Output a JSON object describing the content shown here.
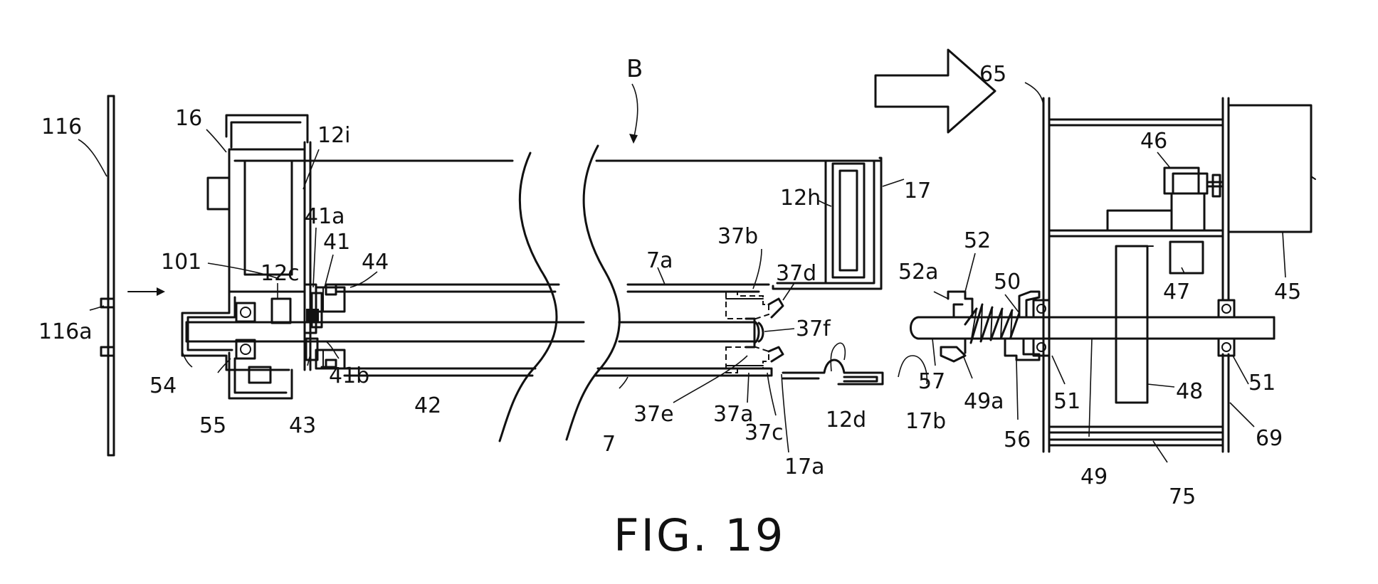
{
  "figure": {
    "caption": "FIG. 19",
    "view_marker": "B"
  },
  "labels": {
    "l116": "116",
    "l116a": "116a",
    "l16": "16",
    "l12i": "12i",
    "l12c": "12c",
    "l101": "101",
    "l41a": "41a",
    "l41": "41",
    "l44": "44",
    "l41b": "41b",
    "l42": "42",
    "l43": "43",
    "l54": "54",
    "l55": "55",
    "l7a": "7a",
    "l7": "7",
    "l37b": "37b",
    "l37d": "37d",
    "l37f": "37f",
    "l37e": "37e",
    "l37a": "37a",
    "l37c": "37c",
    "l12h": "12h",
    "l17": "17",
    "l12d": "12d",
    "l17a": "17a",
    "l17b": "17b",
    "l52": "52",
    "l52a": "52a",
    "l50": "50",
    "l57": "57",
    "l49a": "49a",
    "l56": "56",
    "l65": "65",
    "l46": "46",
    "l47": "47",
    "l45": "45",
    "l49": "49",
    "l48": "48",
    "l51_left": "51",
    "l51_right": "51",
    "l69": "69",
    "l75": "75"
  }
}
